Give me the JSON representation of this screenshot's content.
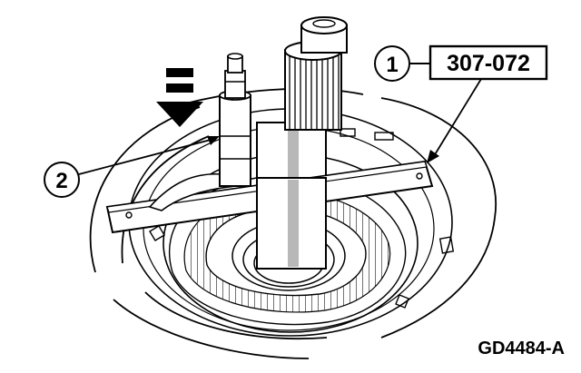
{
  "figure": {
    "part_number": "307-072",
    "figure_code": "GD4484-A"
  },
  "callouts": [
    {
      "number": "1"
    },
    {
      "number": "2"
    }
  ],
  "colors": {
    "ink": "#000000",
    "paper": "#ffffff",
    "tone": "#b8b8b8"
  }
}
